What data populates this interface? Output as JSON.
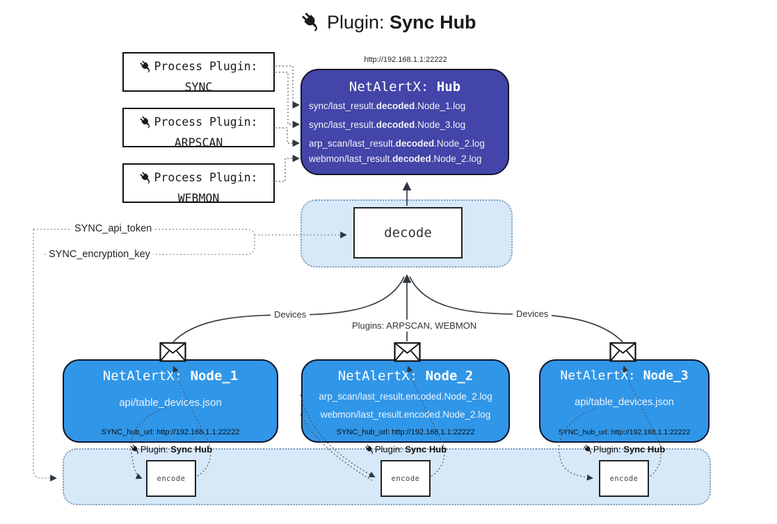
{
  "title": {
    "label": "Plugin:",
    "name": "Sync Hub"
  },
  "hub": {
    "url": "http://192.168.1.1:22222",
    "prefix": "NetAlertX:",
    "name": "Hub",
    "logs": [
      {
        "pre": "sync/last_result.",
        "bold": "decoded",
        "post": ".Node_1.log"
      },
      {
        "pre": "sync/last_result.",
        "bold": "decoded",
        "post": ".Node_3.log"
      },
      {
        "pre": "arp_scan/last_result.",
        "bold": "decoded",
        "post": ".Node_2.log"
      },
      {
        "pre": "webmon/last_result.",
        "bold": "decoded",
        "post": ".Node_2.log"
      }
    ]
  },
  "process_plugins": [
    {
      "label": "Process Plugin:",
      "name": "SYNC"
    },
    {
      "label": "Process Plugin:",
      "name": "ARPSCAN"
    },
    {
      "label": "Process Plugin:",
      "name": "WEBMON"
    }
  ],
  "decode": {
    "label": "decode"
  },
  "keys": {
    "api_token": "SYNC_api_token",
    "encryption_key": "SYNC_encryption_key"
  },
  "edge_labels": {
    "devices_left": "Devices",
    "devices_right": "Devices",
    "plugins_center": "Plugins: ARPSCAN, WEBMON"
  },
  "nodes": [
    {
      "prefix": "NetAlertX:",
      "name": "Node_1",
      "files": [
        "api/table_devices.json"
      ],
      "hub_url": "SYNC_hub_url: http://192.168.1.1:22222"
    },
    {
      "prefix": "NetAlertX:",
      "name": "Node_2",
      "files": [
        "arp_scan/last_result.encoded.Node_2.log",
        "webmon/last_result.encoded.Node_2.log"
      ],
      "hub_url": "SYNC_hub_url: http://192.168.1.1:22222"
    },
    {
      "prefix": "NetAlertX:",
      "name": "Node_3",
      "files": [
        "api/table_devices.json"
      ],
      "hub_url": "SYNC_hub_url: http://192.168.1.1:22222"
    }
  ],
  "encode_sections": [
    {
      "plugin_label": "Plugin:",
      "plugin_name": "Sync Hub",
      "box": "encode"
    },
    {
      "plugin_label": "Plugin:",
      "plugin_name": "Sync Hub",
      "box": "encode"
    },
    {
      "plugin_label": "Plugin:",
      "plugin_name": "Sync Hub",
      "box": "encode"
    }
  ],
  "colors": {
    "hub": "#4345a8",
    "node": "#3096e8",
    "panel": "#d7e8f8",
    "line": "#3a3f45"
  }
}
